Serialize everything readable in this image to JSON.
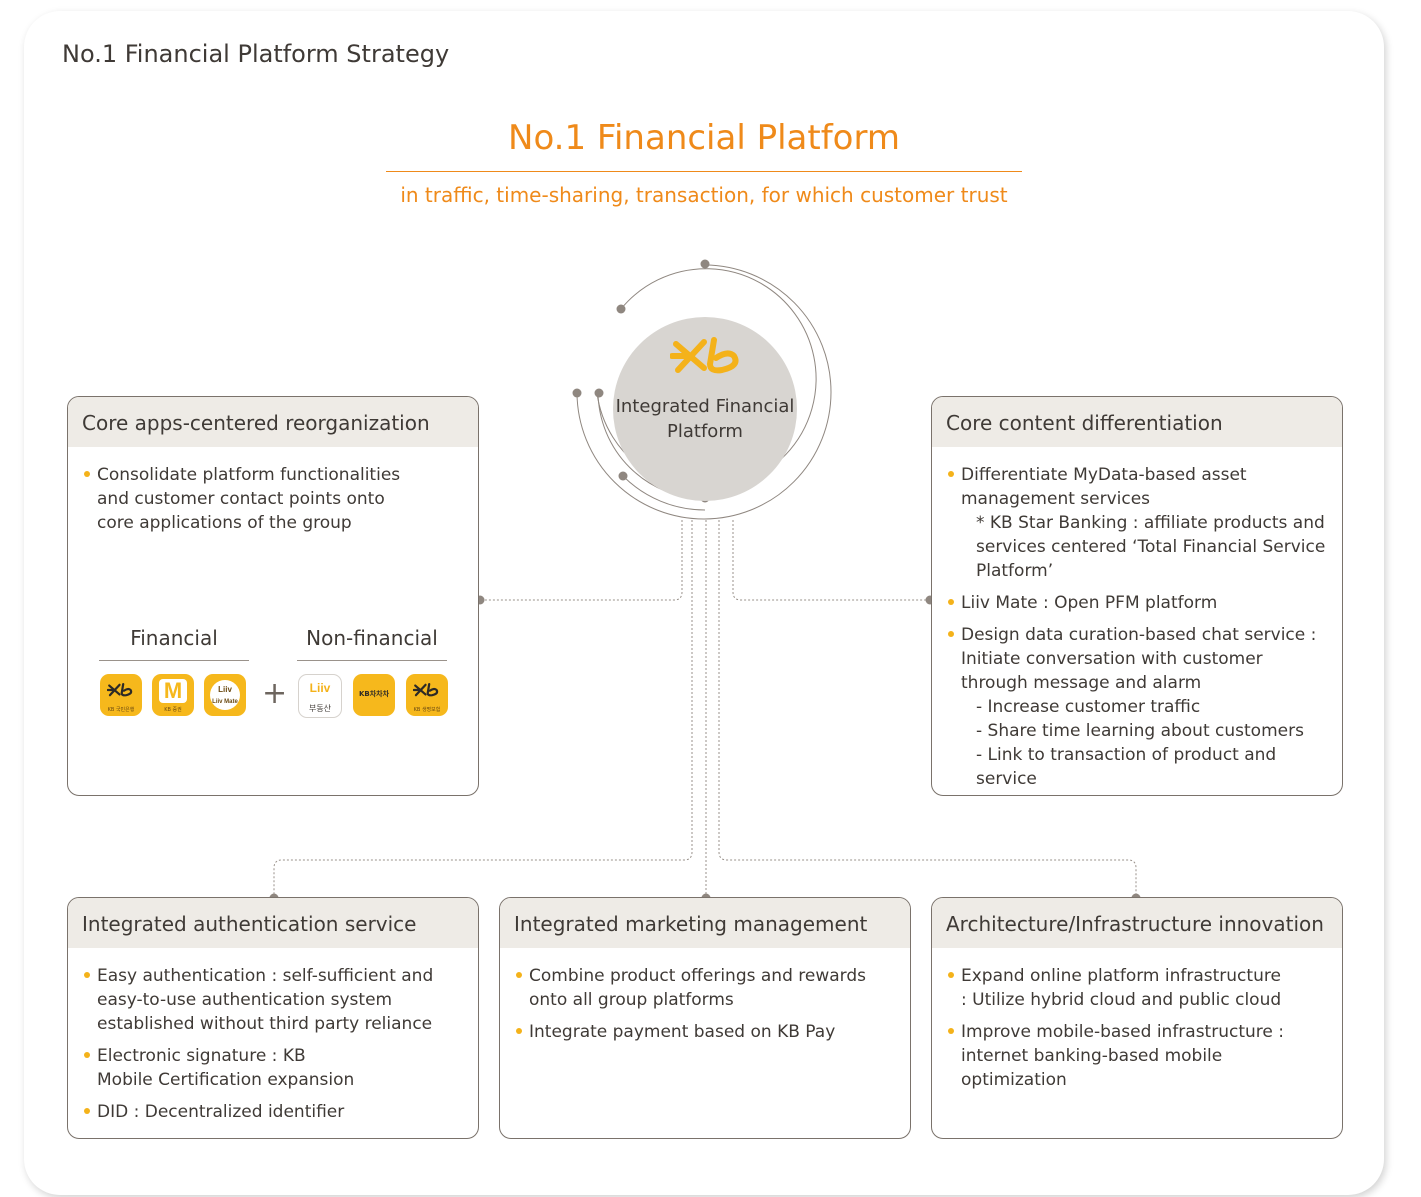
{
  "page_title": "No.1 Financial Platform Strategy",
  "hero": {
    "title": "No.1 Financial Platform",
    "subtitle": "in traffic, time-sharing, transaction, for which customer trust"
  },
  "hub": {
    "label": "Integrated Financial Platform",
    "logo_icon": "kb-logo-icon"
  },
  "boxes": {
    "core_apps": {
      "title": "Core apps-centered reorganization",
      "bullets": [
        "Consolidate platform functionalities and customer contact points onto core applications of the group"
      ],
      "financial_label": "Financial",
      "non_financial_label": "Non-financial",
      "plus": "+",
      "apps_financial": [
        {
          "name": "KB 국민은행",
          "icon": "kb-star-banking-icon"
        },
        {
          "name": "KB 증권",
          "icon": "kb-securities-m-icon"
        },
        {
          "name": "Liiv Mate",
          "icon": "liiv-mate-icon"
        }
      ],
      "apps_non_financial": [
        {
          "name": "부동산",
          "icon": "liiv-real-estate-icon"
        },
        {
          "name": "KB차차차",
          "icon": "kb-chachacha-icon"
        },
        {
          "name": "KB 생명보험",
          "icon": "kb-life-insurance-icon"
        }
      ]
    },
    "core_content": {
      "title": "Core content differentiation",
      "b1": "Differentiate MyData-based asset management services",
      "b1_sub": "* KB Star Banking : affiliate products and services centered ‘Total Financial Service Platform’",
      "b2": "Liiv Mate : Open PFM platform",
      "b3": "Design data curation-based chat service : Initiate conversation with customer through message and alarm",
      "b3_dashes": [
        "- Increase customer traffic",
        "- Share time learning about customers",
        "- Link to transaction of product and service"
      ]
    },
    "auth": {
      "title": "Integrated authentication service",
      "bullets": [
        "Easy authentication : self-sufficient and easy-to-use authentication system established without third party reliance",
        "Electronic signature : KB Mobile Certification expansion",
        "DID : Decentralized identifier"
      ]
    },
    "marketing": {
      "title": "Integrated marketing management",
      "bullets": [
        "Combine product offerings and rewards onto all group platforms",
        "Integrate payment based on KB Pay"
      ]
    },
    "architecture": {
      "title": "Architecture/Infrastructure innovation",
      "bullets": [
        "Expand online platform infrastructure : Utilize hybrid cloud and public cloud",
        "Improve mobile-based infrastructure : internet banking-based mobile optimization"
      ]
    }
  },
  "colors": {
    "accent_orange": "#ef8a1a",
    "bullet_yellow": "#f4b21a",
    "header_gray": "#eeebe6",
    "hub_gray": "#d8d5d1",
    "connector_gray": "#9a928b"
  }
}
